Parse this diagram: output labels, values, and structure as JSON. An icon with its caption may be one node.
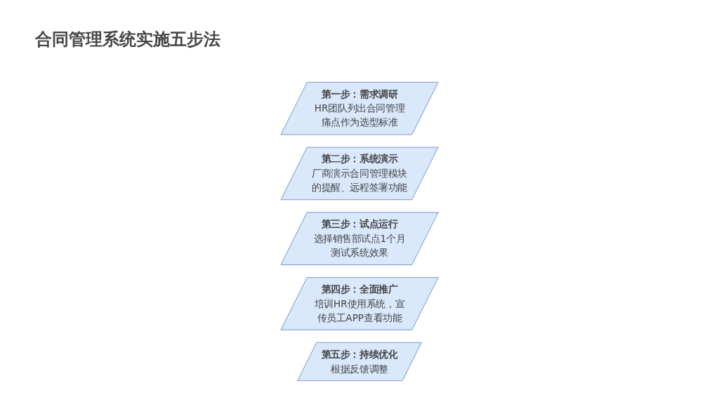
{
  "diagram": {
    "title": "合同管理系统实施五步法",
    "nodes": [
      {
        "text": [
          "第一步：需求调研",
          "HR团队列出合同管理痛点作为选型标准"
        ]
      },
      {
        "text": [
          "第二步：系统演示",
          "厂商演示合同管理模块的提醒、远程签署功能"
        ]
      },
      {
        "text": [
          "第三步：试点运行",
          "选择销售部试点1个月测试系统效果"
        ]
      },
      {
        "text": [
          "第四步：全面推广",
          "培训HR使用系统，宣传员工APP查看功能"
        ]
      },
      {
        "text": [
          "第五步：持续优化",
          "根据反馈调整"
        ]
      }
    ]
  }
}
